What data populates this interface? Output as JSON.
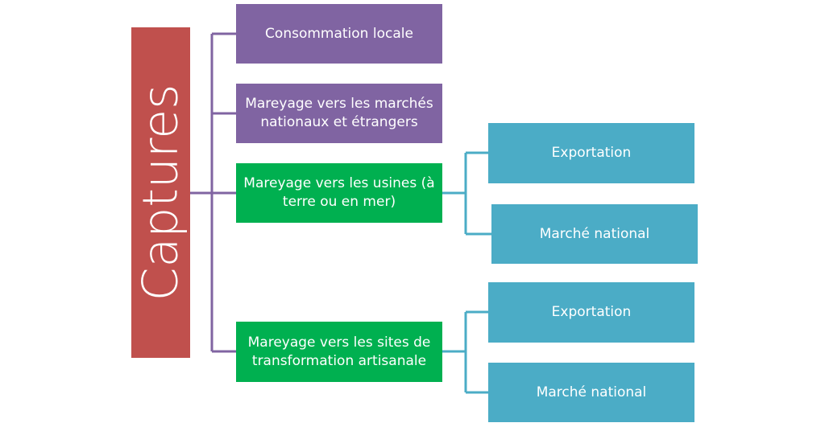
{
  "colors": {
    "root": "#c0504d",
    "purple": "#8064a2",
    "green": "#00b050",
    "teal": "#4bacc6",
    "connector_purple": "#8064a2",
    "connector_teal": "#4bacc6"
  },
  "root": {
    "label": "Captures"
  },
  "level1": [
    {
      "label": "Consommation locale",
      "color": "purple"
    },
    {
      "label": "Mareyage vers les marchés nationaux et étrangers",
      "color": "purple"
    },
    {
      "label": "Mareyage vers les usines (à terre ou en mer)",
      "color": "green"
    },
    {
      "label": "Mareyage vers les sites de transformation artisanale",
      "color": "green"
    }
  ],
  "level2_usines": [
    {
      "label": "Exportation"
    },
    {
      "label": "Marché national"
    }
  ],
  "level2_artisanale": [
    {
      "label": "Exportation"
    },
    {
      "label": "Marché national"
    }
  ]
}
